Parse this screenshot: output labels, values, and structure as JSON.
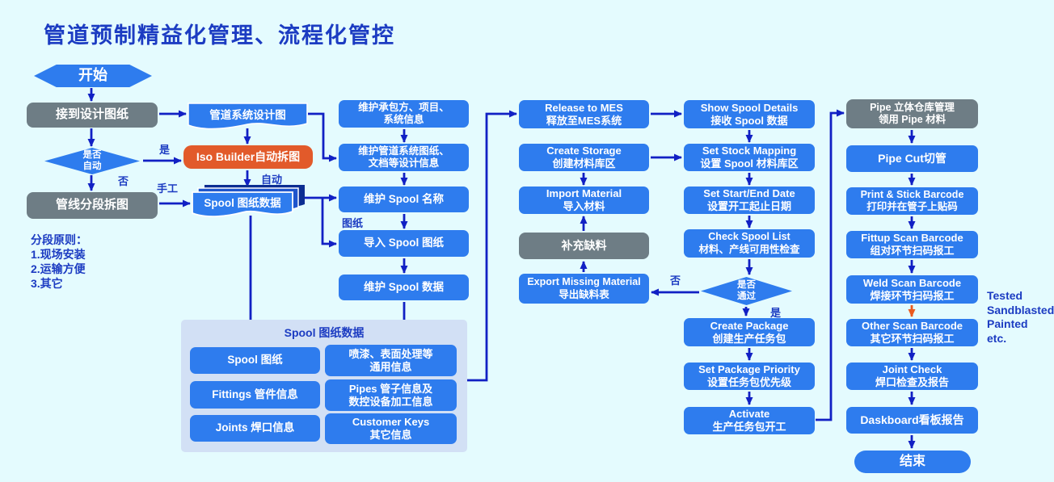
{
  "title": "管道预制精益化管理、流程化管控",
  "colors": {
    "background": "#e4fbfe",
    "box_blue": "#2e7cee",
    "box_gray": "#6e7d85",
    "box_orange": "#e25a2a",
    "arrow_blue": "#1120c4",
    "arrow_orange": "#ea5a1e",
    "text_blue": "#1c3cc2",
    "group_bg": "#d2e0f5"
  },
  "left": {
    "start": "开始",
    "receive": "接到设计图纸",
    "decision": "是否\n自动",
    "split": "管线分段拆图",
    "principles": "分段原则：\n1.现场安装\n2.运输方便\n3.其它"
  },
  "design": {
    "system_drawing": "管道系统设计图",
    "iso_builder": "Iso Builder自动拆图",
    "spool_docs": "Spool 图纸数据"
  },
  "maintain": {
    "contractor": "维护承包方、项目、\n系统信息",
    "drawings": "维护管道系统图纸、\n文档等设计信息",
    "spool_name": "维护 Spool 名称",
    "import_drawing": "导入 Spool 图纸",
    "spool_data": "维护 Spool 数据"
  },
  "spool_group": {
    "title": "Spool 图纸数据",
    "drawing": "Spool 图纸",
    "paint": "喷漆、表面处理等\n通用信息",
    "fittings": "Fittings 管件信息",
    "pipes": "Pipes 管子信息及\n数控设备加工信息",
    "joints": "Joints 焊口信息",
    "customer_keys": "Customer Keys\n其它信息"
  },
  "mes": {
    "release": "Release to MES\n释放至MES系统",
    "create_storage": "Create Storage\n创建材料库区",
    "import_material": "Import Material\n导入材料",
    "replenish": "补充缺料",
    "export_missing": "Export Missing Material\n导出缺料表"
  },
  "plan": {
    "show_details": "Show Spool Details\n接收 Spool 数据",
    "stock_mapping": "Set Stock Mapping\n设置 Spool 材料库区",
    "start_end": "Set Start/End Date\n设置开工起止日期",
    "check_list": "Check Spool List\n材料、产线可用性检查",
    "decision": "是否\n通过",
    "create_package": "Create Package\n创建生产任务包",
    "priority": "Set Package Priority\n设置任务包优先级",
    "activate": "Activate\n生产任务包开工"
  },
  "exec": {
    "warehouse": "Pipe 立体仓库管理\n领用 Pipe 材料",
    "pipe_cut": "Pipe Cut切管",
    "print_barcode": "Print & Stick Barcode\n打印并在管子上贴码",
    "fittup": "Fittup Scan Barcode\n组对环节扫码报工",
    "weld": "Weld Scan Barcode\n焊接环节扫码报工",
    "other": "Other Scan Barcode\n其它环节扫码报工",
    "joint_check": "Joint Check\n焊口检查及报告",
    "dashboard": "Daskboard看板报告",
    "end": "结束",
    "note": "Tested\nSandblasted\nPainted\netc."
  },
  "labels": {
    "yes": "是",
    "no": "否",
    "manual": "手工",
    "auto": "自动",
    "drawing": "图纸",
    "pass_no": "否",
    "pass_yes": "是"
  }
}
